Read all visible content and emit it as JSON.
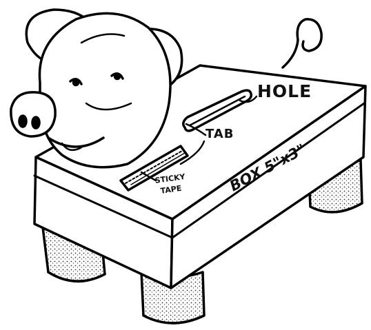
{
  "labels": {
    "hole": "HOLE",
    "tab": "TAB",
    "sticky": "STICKY",
    "tape": "TAPE",
    "box": "BOX 5\"x3\""
  }
}
